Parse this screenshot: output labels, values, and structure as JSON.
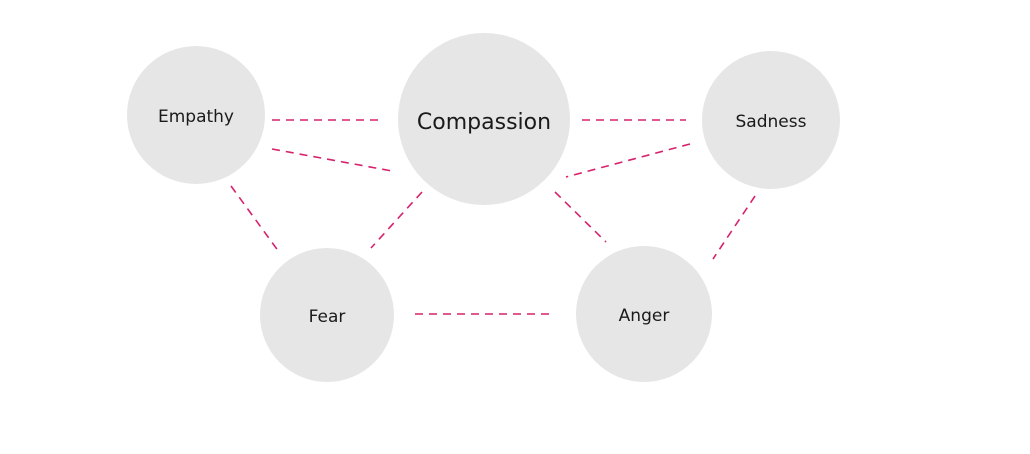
{
  "colors": {
    "node_fill": "#e6e6e6",
    "edge": "#d6226d",
    "label": "#1a1a1a",
    "background": "#ffffff"
  },
  "nodes": [
    {
      "id": "empathy",
      "label": "Empathy"
    },
    {
      "id": "compassion",
      "label": "Compassion"
    },
    {
      "id": "sadness",
      "label": "Sadness"
    },
    {
      "id": "fear",
      "label": "Fear"
    },
    {
      "id": "anger",
      "label": "Anger"
    }
  ],
  "edges": [
    {
      "from": "empathy",
      "to": "compassion"
    },
    {
      "from": "empathy",
      "to": "compassion"
    },
    {
      "from": "compassion",
      "to": "sadness"
    },
    {
      "from": "sadness",
      "to": "compassion"
    },
    {
      "from": "empathy",
      "to": "fear"
    },
    {
      "from": "compassion",
      "to": "fear"
    },
    {
      "from": "compassion",
      "to": "anger"
    },
    {
      "from": "sadness",
      "to": "anger"
    },
    {
      "from": "fear",
      "to": "anger"
    }
  ]
}
